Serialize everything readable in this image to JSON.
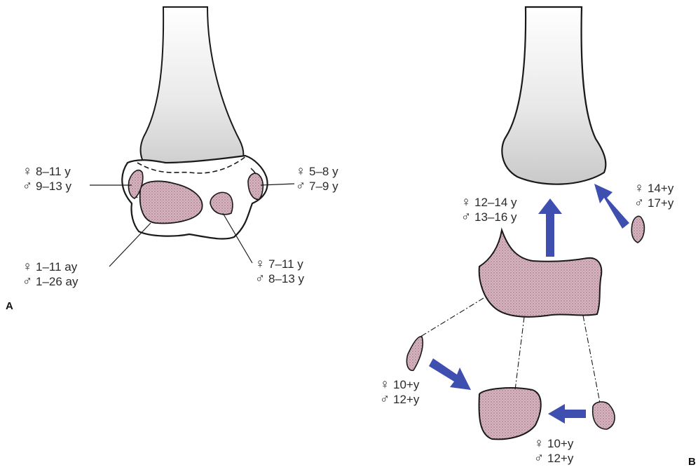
{
  "panels": {
    "a": "A",
    "b": "B"
  },
  "symbols": {
    "female": "♀",
    "male": "♂"
  },
  "panel_a": {
    "lateral_condyle": {
      "female": "8–11 y",
      "male": "9–13 y"
    },
    "medial_epicondyle": {
      "female": "5–8 y",
      "male": "7–9 y"
    },
    "capitellum": {
      "female": "1–11 ay",
      "male": "1–26 ay"
    },
    "trochlea": {
      "female": "7–11 y",
      "male": "8–13 y"
    }
  },
  "panel_b": {
    "distal_physis": {
      "female": "12–14 y",
      "male": "13–16 y"
    },
    "medial_epicondyle": {
      "female": "14+y",
      "male": "17+y"
    },
    "lateral_epicondyle": {
      "female": "10+y",
      "male": "12+y"
    },
    "trochlea": {
      "female": "10+y",
      "male": "12+y"
    }
  },
  "colors": {
    "ossification_fill": "#d9b4c0",
    "arrow": "#3f4fb0",
    "shaft_gradient_top": "#ffffff",
    "shaft_gradient_bottom": "#c8c8c8",
    "outline": "#1a1a1a"
  }
}
